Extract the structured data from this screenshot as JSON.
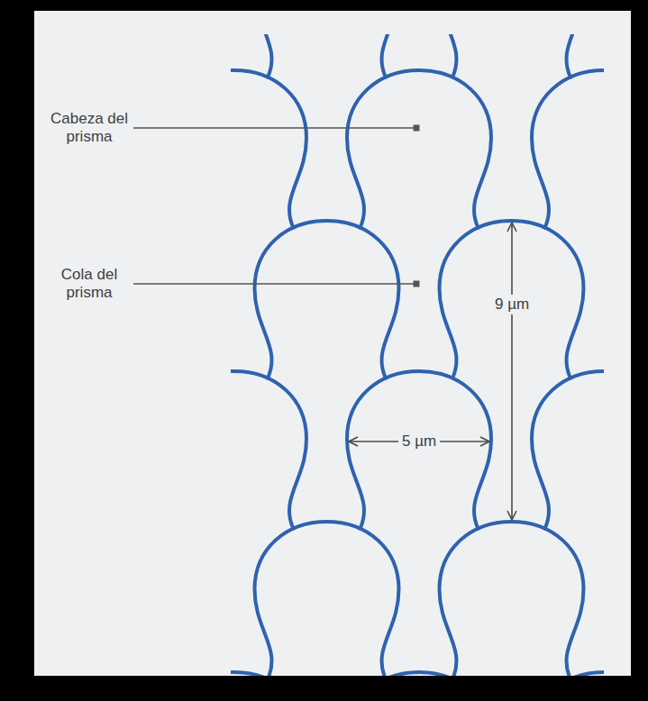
{
  "diagram": {
    "labels": [
      "Cabeza del prisma",
      "Cola del prisma",
      "9 µm",
      "5 µm"
    ]
  }
}
